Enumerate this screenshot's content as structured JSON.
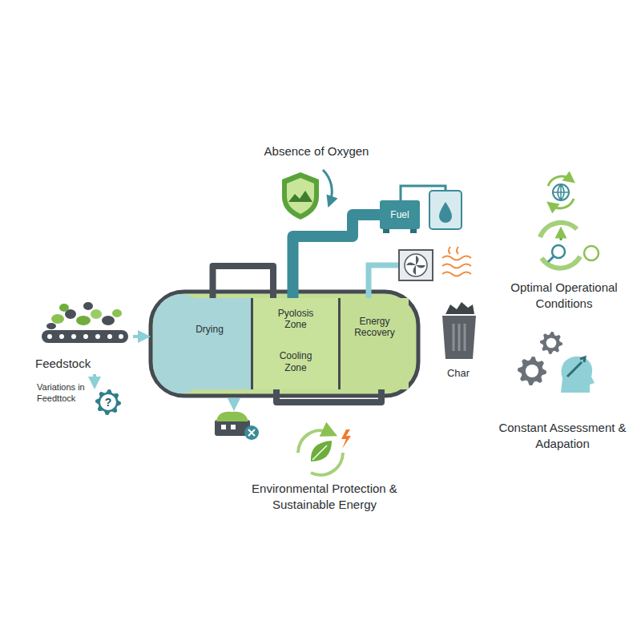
{
  "diagram": {
    "nodes": [
      {
        "text": [
          "Drying"
        ]
      },
      {
        "text": [
          "Pyolosis Zone",
          "Cooling Zone"
        ]
      },
      {
        "text": [
          "Energy Recovery"
        ]
      },
      {
        "text": [
          "Fuel"
        ]
      }
    ],
    "edges": [
      {
        "from": 1,
        "to": 3,
        "arrow": "none"
      },
      {
        "from": 0,
        "to": 1,
        "arrow": "none"
      },
      {
        "from": 1,
        "to": 2,
        "arrow": "none"
      }
    ],
    "labels": [
      "Absence of Oxygen",
      "Char",
      "Feedstock",
      "Variations in Feedttock",
      "?",
      "Optimal Operational Conditions",
      "Constant Assessment & Adapation",
      "Environmental Protection & Sustainable Energy"
    ]
  }
}
